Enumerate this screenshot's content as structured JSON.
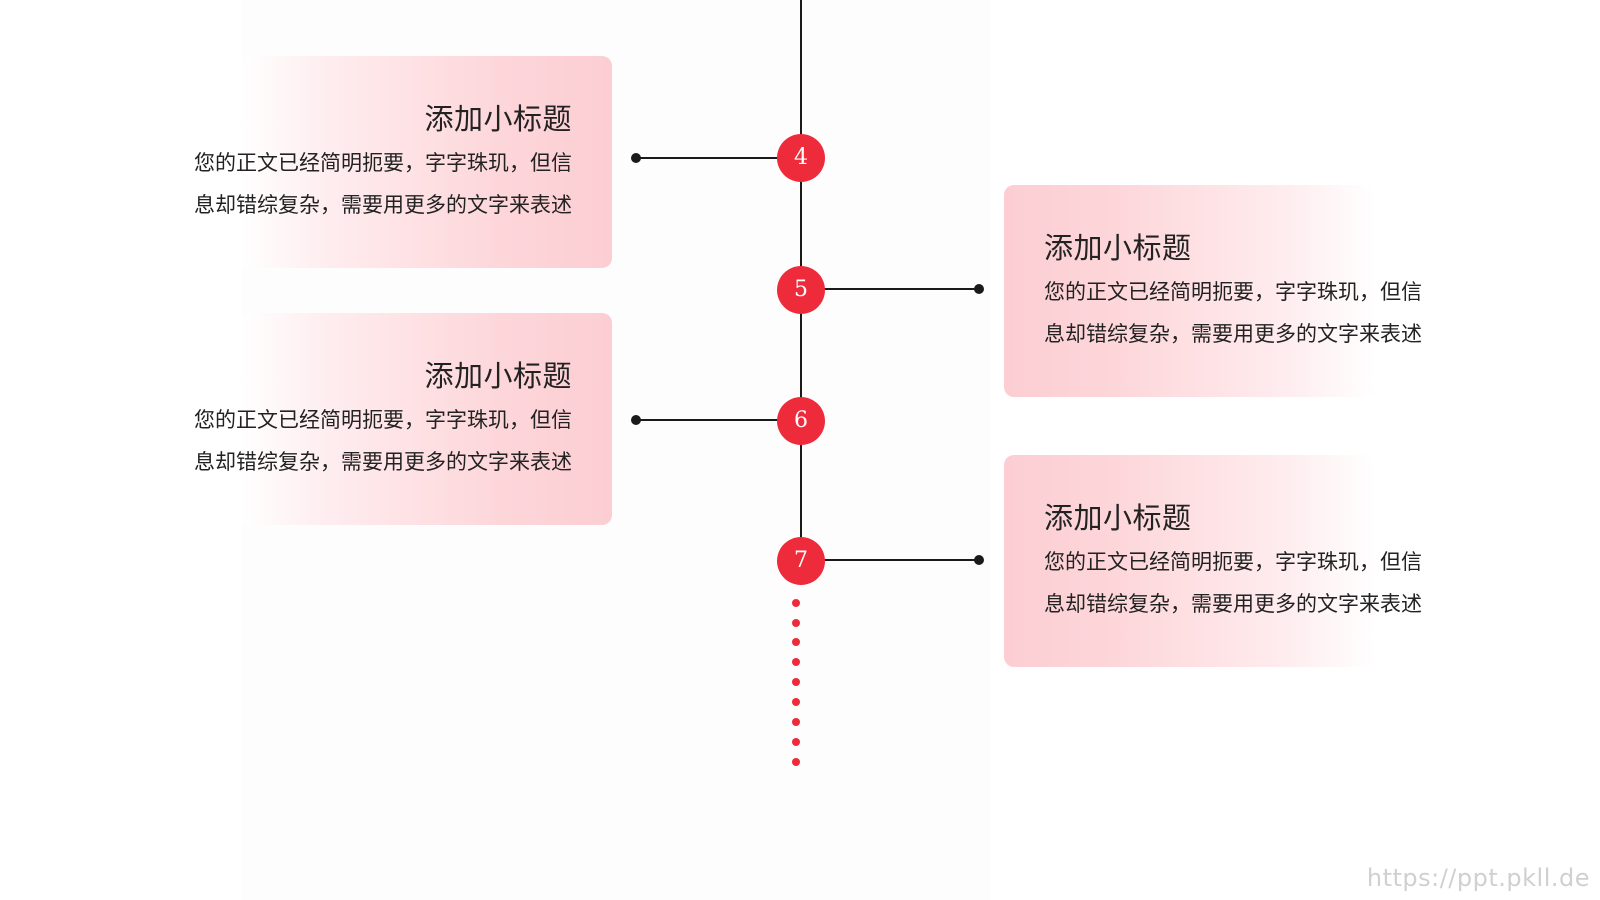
{
  "timeline": {
    "items": [
      {
        "number": "4",
        "side": "left",
        "title": "添加小标题",
        "body_line1": "您的正文已经简明扼要，字字珠玑，但信",
        "body_line2": "息却错综复杂，需要用更多的文字来表述"
      },
      {
        "number": "5",
        "side": "right",
        "title": "添加小标题",
        "body_line1": "您的正文已经简明扼要，字字珠玑，但信",
        "body_line2": "息却错综复杂，需要用更多的文字来表述"
      },
      {
        "number": "6",
        "side": "left",
        "title": "添加小标题",
        "body_line1": "您的正文已经简明扼要，字字珠玑，但信",
        "body_line2": "息却错综复杂，需要用更多的文字来表述"
      },
      {
        "number": "7",
        "side": "right",
        "title": "添加小标题",
        "body_line1": "您的正文已经简明扼要，字字珠玑，但信",
        "body_line2": "息却错综复杂，需要用更多的文字来表述"
      }
    ]
  },
  "colors": {
    "accent": "#ee2b3b",
    "card_pink": "#fcced3",
    "line": "#1a1a1a"
  },
  "watermark": "https://ppt.pkll.de"
}
